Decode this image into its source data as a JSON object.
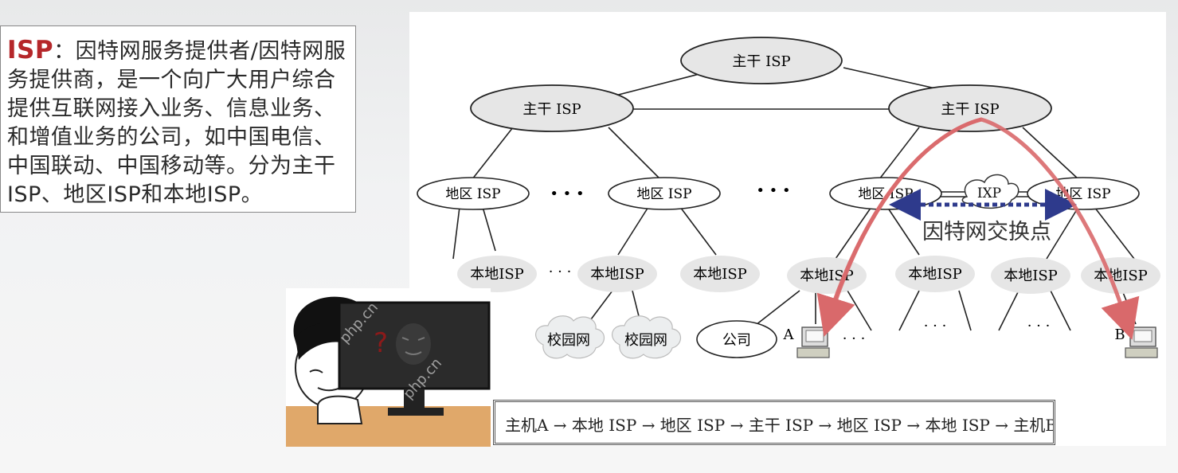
{
  "description": {
    "key": "ISP",
    "text": "：因特网服务提供者/因特网服务提供商，是一个向广大用户综合提供互联网接入业务、信息业务、和增值业务的公司，如中国电信、中国联动、中国移动等。分为主干ISP、地区ISP和本地ISP。"
  },
  "diagram": {
    "backbone_isp": "主干 ISP",
    "regional_isp": "地区 ISP",
    "local_isp": "本地ISP",
    "campus_net": "校园网",
    "company": "公司",
    "ixp": "IXP",
    "ixp_caption": "因特网交换点",
    "host_a": "A",
    "host_b": "B",
    "ellipsis": "• • •",
    "dots": "· · ·"
  },
  "route": "主机A → 本地 ISP → 地区 ISP → 主干 ISP → 地区 ISP → 本地 ISP → 主机B",
  "watermark": "php.cn",
  "colors": {
    "accent_red": "#b5272a",
    "path_red": "#d9696b",
    "ixp_blue": "#2e3a8c",
    "node_gray": "#e6e6e6"
  }
}
